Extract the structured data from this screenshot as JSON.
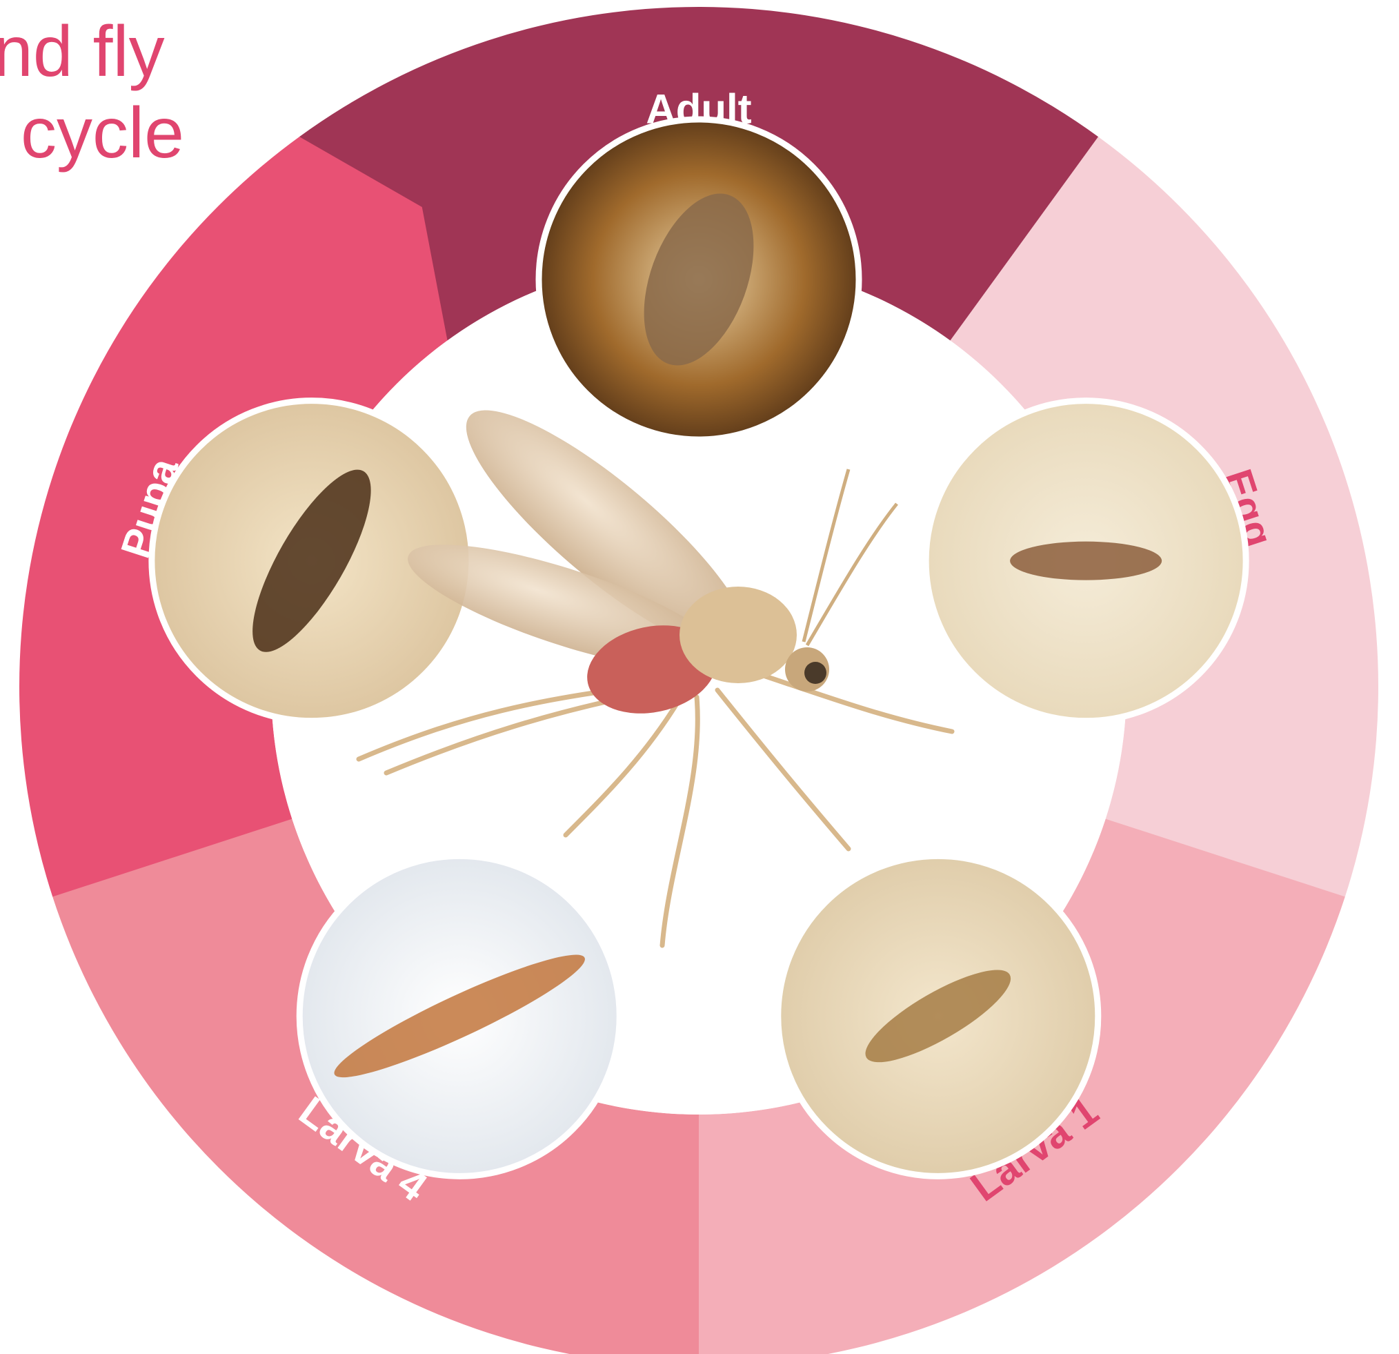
{
  "title": {
    "line1": "nd fly",
    "line2": "cycle"
  },
  "stages": [
    {
      "key": "adult",
      "label": "Adult",
      "photo": "adult sand fly on dark speckled substrate",
      "color": "#a03555",
      "label_color": "#ffffff"
    },
    {
      "key": "egg",
      "label": "Egg",
      "photo": "single elongated brown egg",
      "color": "#f6cfd6",
      "label_color": "#e0456f"
    },
    {
      "key": "larva1",
      "label": "Larva 1",
      "photo": "first instar larva",
      "color": "#f4aeb8",
      "label_color": "#e0456f"
    },
    {
      "key": "larva4",
      "label": "Larva 4",
      "photo": "fourth instar larva with bristles",
      "color": "#ef8b99",
      "label_color": "#ffffff"
    },
    {
      "key": "pupa",
      "label": "Pupa",
      "photo": "dark segmented pupa",
      "color": "#e85174",
      "label_color": "#ffffff"
    }
  ],
  "center": {
    "subject": "adult sand fly illustration"
  },
  "colors": {
    "title": "#e0456f",
    "photo_border": "#ffffff",
    "inner_bg": "#ffffff"
  },
  "icons": [
    "cycle-arrow-icon",
    "sand-fly-icon"
  ]
}
